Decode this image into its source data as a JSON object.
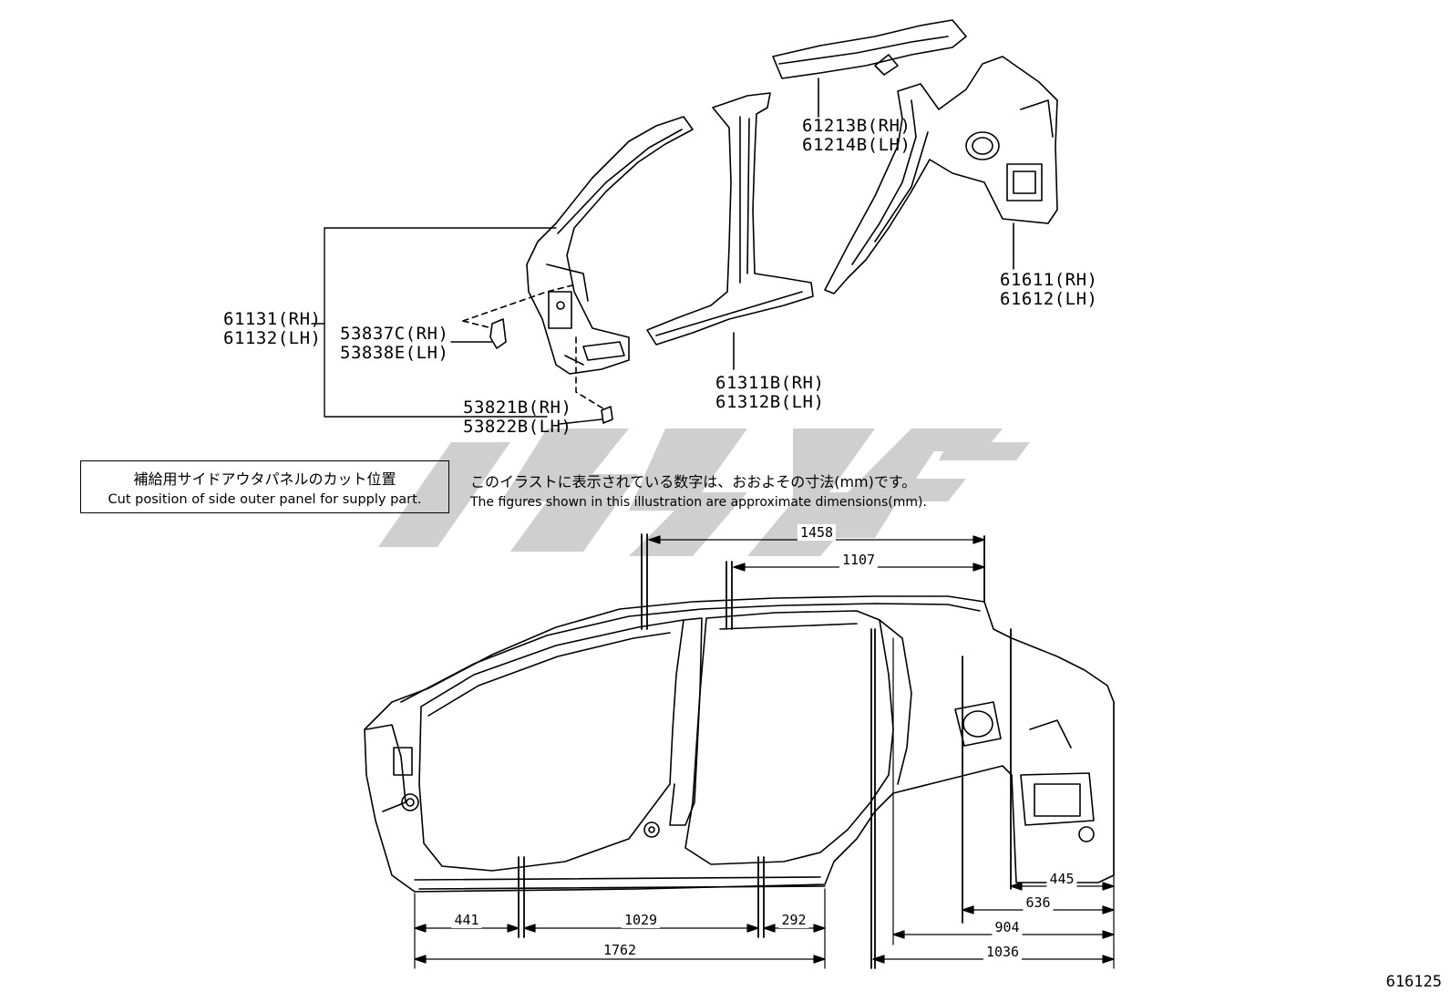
{
  "parts": [
    {
      "lines": [
        "61213B(RH)",
        "61214B(LH)"
      ]
    },
    {
      "lines": [
        "61611(RH)",
        "61612(LH)"
      ]
    },
    {
      "lines": [
        "61131(RH)",
        "61132(LH)"
      ]
    },
    {
      "lines": [
        "53837C(RH)",
        "53838E(LH)"
      ]
    },
    {
      "lines": [
        "61311B(RH)",
        "61312B(LH)"
      ]
    },
    {
      "lines": [
        "53821B(RH)",
        "53822B(LH)"
      ]
    }
  ],
  "legend": {
    "jp": "補給用サイドアウタパネルのカット位置",
    "en": "Cut position of side outer panel for supply part."
  },
  "note": {
    "jp": "このイラストに表示されている数字は、おおよその寸法(mm)です。",
    "en": "The figures shown in this illustration are approximate dimensions(mm)."
  },
  "dimensions": {
    "top_a": "1458",
    "top_b": "1107",
    "bottom_a": "441",
    "bottom_b": "1029",
    "bottom_c": "292",
    "bottom_total": "1762",
    "rear_a": "445",
    "rear_b": "636",
    "rear_c": "904",
    "rear_total": "1036"
  },
  "reference_number": "616125",
  "colors": {
    "line": "#000000",
    "watermark": "#cfcfcf",
    "background": "#ffffff"
  }
}
